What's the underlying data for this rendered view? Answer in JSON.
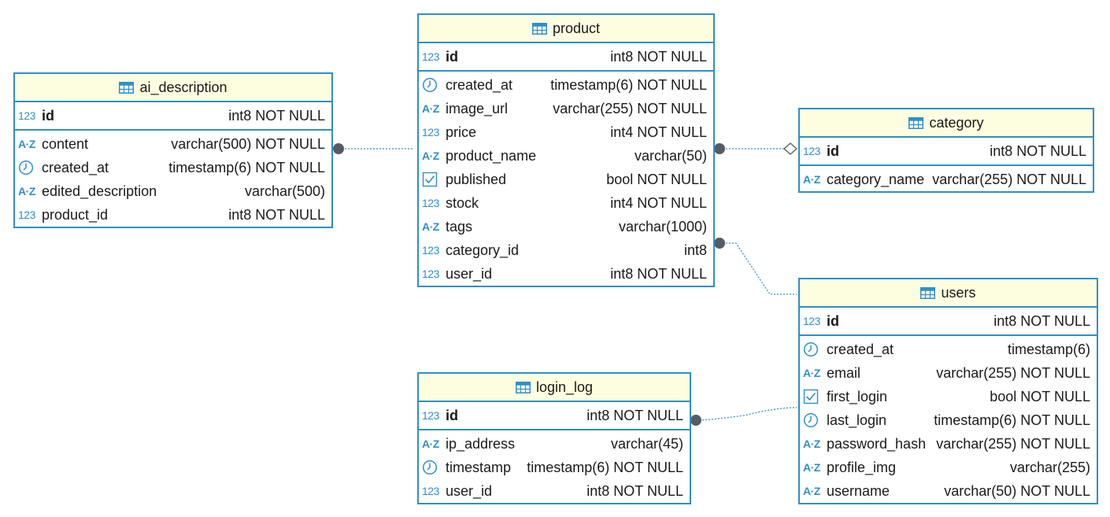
{
  "colors": {
    "border": "#2f8fc8",
    "header_bg": "#fdfde0",
    "connector": "#2f8fc8",
    "endpoint": "#555c66"
  },
  "tables": {
    "ai_description": {
      "name": "ai_description",
      "pk": {
        "icon": "numeric-icon",
        "name": "id",
        "type": "int8 NOT NULL"
      },
      "columns": [
        {
          "icon": "text-icon",
          "name": "content",
          "type": "varchar(500) NOT NULL"
        },
        {
          "icon": "clock-icon",
          "name": "created_at",
          "type": "timestamp(6) NOT NULL"
        },
        {
          "icon": "text-icon",
          "name": "edited_description",
          "type": "varchar(500)"
        },
        {
          "icon": "numeric-icon",
          "name": "product_id",
          "type": "int8 NOT NULL"
        }
      ]
    },
    "product": {
      "name": "product",
      "pk": {
        "icon": "numeric-icon",
        "name": "id",
        "type": "int8 NOT NULL"
      },
      "columns": [
        {
          "icon": "clock-icon",
          "name": "created_at",
          "type": "timestamp(6) NOT NULL"
        },
        {
          "icon": "text-icon",
          "name": "image_url",
          "type": "varchar(255) NOT NULL"
        },
        {
          "icon": "numeric-icon",
          "name": "price",
          "type": "int4 NOT NULL"
        },
        {
          "icon": "text-icon",
          "name": "product_name",
          "type": "varchar(50)"
        },
        {
          "icon": "checkbox-icon",
          "name": "published",
          "type": "bool NOT NULL"
        },
        {
          "icon": "numeric-icon",
          "name": "stock",
          "type": "int4 NOT NULL"
        },
        {
          "icon": "text-icon",
          "name": "tags",
          "type": "varchar(1000)"
        },
        {
          "icon": "numeric-icon",
          "name": "category_id",
          "type": "int8"
        },
        {
          "icon": "numeric-icon",
          "name": "user_id",
          "type": "int8 NOT NULL"
        }
      ]
    },
    "category": {
      "name": "category",
      "pk": {
        "icon": "numeric-icon",
        "name": "id",
        "type": "int8 NOT NULL"
      },
      "columns": [
        {
          "icon": "text-icon",
          "name": "category_name",
          "type": "varchar(255) NOT NULL"
        }
      ]
    },
    "users": {
      "name": "users",
      "pk": {
        "icon": "numeric-icon",
        "name": "id",
        "type": "int8 NOT NULL"
      },
      "columns": [
        {
          "icon": "clock-icon",
          "name": "created_at",
          "type": "timestamp(6)"
        },
        {
          "icon": "text-icon",
          "name": "email",
          "type": "varchar(255) NOT NULL"
        },
        {
          "icon": "checkbox-icon",
          "name": "first_login",
          "type": "bool NOT NULL"
        },
        {
          "icon": "clock-icon",
          "name": "last_login",
          "type": "timestamp(6) NOT NULL"
        },
        {
          "icon": "text-icon",
          "name": "password_hash",
          "type": "varchar(255) NOT NULL"
        },
        {
          "icon": "text-icon",
          "name": "profile_img",
          "type": "varchar(255)"
        },
        {
          "icon": "text-icon",
          "name": "username",
          "type": "varchar(50) NOT NULL"
        }
      ]
    },
    "login_log": {
      "name": "login_log",
      "pk": {
        "icon": "numeric-icon",
        "name": "id",
        "type": "int8 NOT NULL"
      },
      "columns": [
        {
          "icon": "text-icon",
          "name": "ip_address",
          "type": "varchar(45)"
        },
        {
          "icon": "clock-icon",
          "name": "timestamp",
          "type": "timestamp(6) NOT NULL"
        },
        {
          "icon": "numeric-icon",
          "name": "user_id",
          "type": "int8 NOT NULL"
        }
      ]
    }
  },
  "relationships": [
    {
      "from": "ai_description",
      "to": "product"
    },
    {
      "from": "product",
      "to": "category"
    },
    {
      "from": "product",
      "to": "users"
    },
    {
      "from": "login_log",
      "to": "users"
    }
  ]
}
